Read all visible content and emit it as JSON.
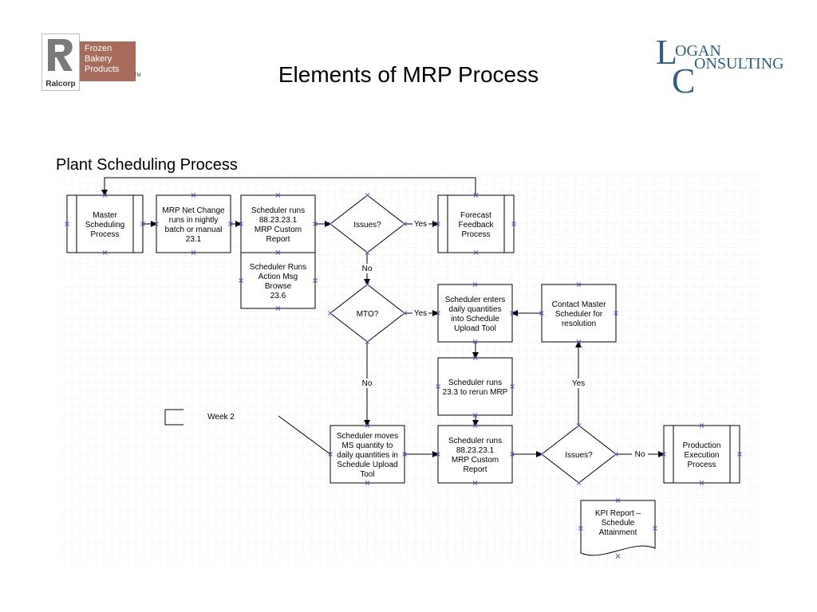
{
  "title": "Elements of MRP Process",
  "subtitle": "Plant Scheduling Process",
  "logos": {
    "ralcorp": "Ralcorp",
    "frozen_bakery": [
      "Frozen",
      "Bakery",
      "Products"
    ],
    "tm": "TM",
    "logan": [
      "L",
      "OGAN",
      "C",
      "ONSULTING"
    ]
  },
  "diagram": {
    "nodes": [
      {
        "id": "master-scheduling",
        "shape": "predefined",
        "lines": [
          "Master",
          "Scheduling",
          "Process"
        ]
      },
      {
        "id": "mrp-net-change",
        "shape": "process",
        "lines": [
          "MRP Net Change",
          "runs in nightly",
          "batch or manual",
          "23.1"
        ]
      },
      {
        "id": "scheduler-runs-report",
        "shape": "process",
        "lines": [
          "Scheduler runs",
          "88.23.23.1",
          "MRP Custom",
          "Report"
        ]
      },
      {
        "id": "scheduler-runs-action",
        "shape": "process",
        "lines": [
          "Scheduler Runs",
          "Action Msg",
          "Browse",
          "23.6"
        ]
      },
      {
        "id": "issues-1",
        "shape": "decision",
        "lines": [
          "Issues?"
        ]
      },
      {
        "id": "forecast-feedback",
        "shape": "predefined",
        "lines": [
          "Forecast",
          "Feedback",
          "Process"
        ]
      },
      {
        "id": "mto",
        "shape": "decision",
        "lines": [
          "MTO?"
        ]
      },
      {
        "id": "scheduler-enters",
        "shape": "process",
        "lines": [
          "Scheduler enters",
          "daily quantities",
          "into Schedule",
          "Upload Tool"
        ]
      },
      {
        "id": "contact-master",
        "shape": "process",
        "lines": [
          "Contact Master",
          "Scheduler for",
          "resolution"
        ]
      },
      {
        "id": "scheduler-rerun",
        "shape": "process",
        "lines": [
          "Scheduler runs",
          "23.3 to rerun MRP"
        ]
      },
      {
        "id": "scheduler-moves",
        "shape": "process",
        "lines": [
          "Scheduler moves",
          "MS quantity to",
          "daily quantities in",
          "Schedule Upload",
          "Tool"
        ]
      },
      {
        "id": "scheduler-runs-report-2",
        "shape": "process",
        "lines": [
          "Scheduler runs",
          "88.23.23.1",
          "MRP Custom",
          "Report"
        ]
      },
      {
        "id": "issues-2",
        "shape": "decision",
        "lines": [
          "Issues?"
        ]
      },
      {
        "id": "production-execution",
        "shape": "predefined",
        "lines": [
          "Production",
          "Execution",
          "Process"
        ]
      },
      {
        "id": "kpi-report",
        "shape": "document",
        "lines": [
          "KPI Report –",
          "Schedule",
          "Attainment"
        ]
      }
    ],
    "edge_labels": {
      "yes_forecast": "Yes",
      "no_mto": "No",
      "yes_mto": "Yes",
      "no_moves": "No",
      "yes_contact": "Yes",
      "no_production": "No"
    },
    "annotation": "Week 2"
  }
}
